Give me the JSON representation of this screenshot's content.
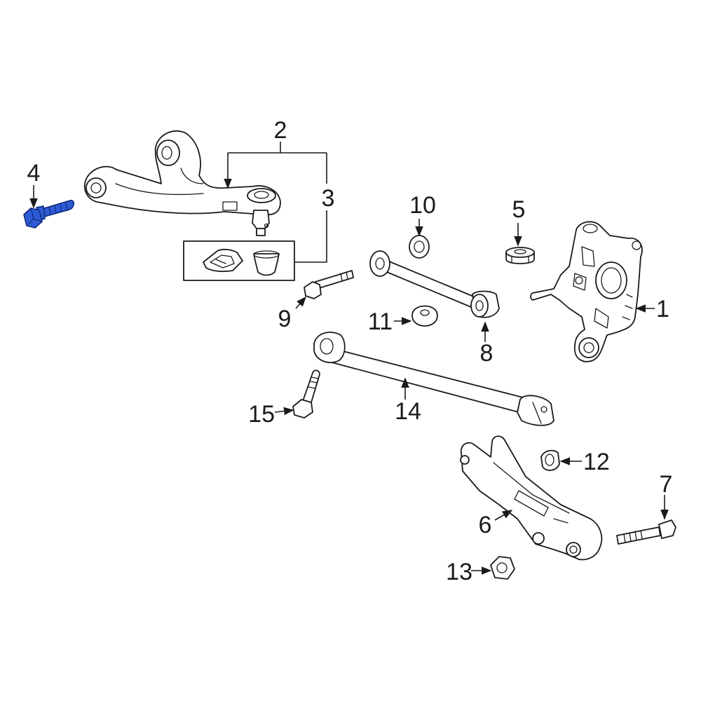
{
  "callouts": {
    "c1": "1",
    "c2": "2",
    "c3": "3",
    "c4": "4",
    "c5": "5",
    "c6": "6",
    "c7": "7",
    "c8": "8",
    "c9": "9",
    "c10": "10",
    "c11": "11",
    "c12": "12",
    "c13": "13",
    "c14": "14",
    "c15": "15"
  },
  "colors": {
    "highlight_part": "#2d5bd6",
    "line": "#1a1a1a",
    "background": "#ffffff"
  },
  "highlighted_part": "4"
}
